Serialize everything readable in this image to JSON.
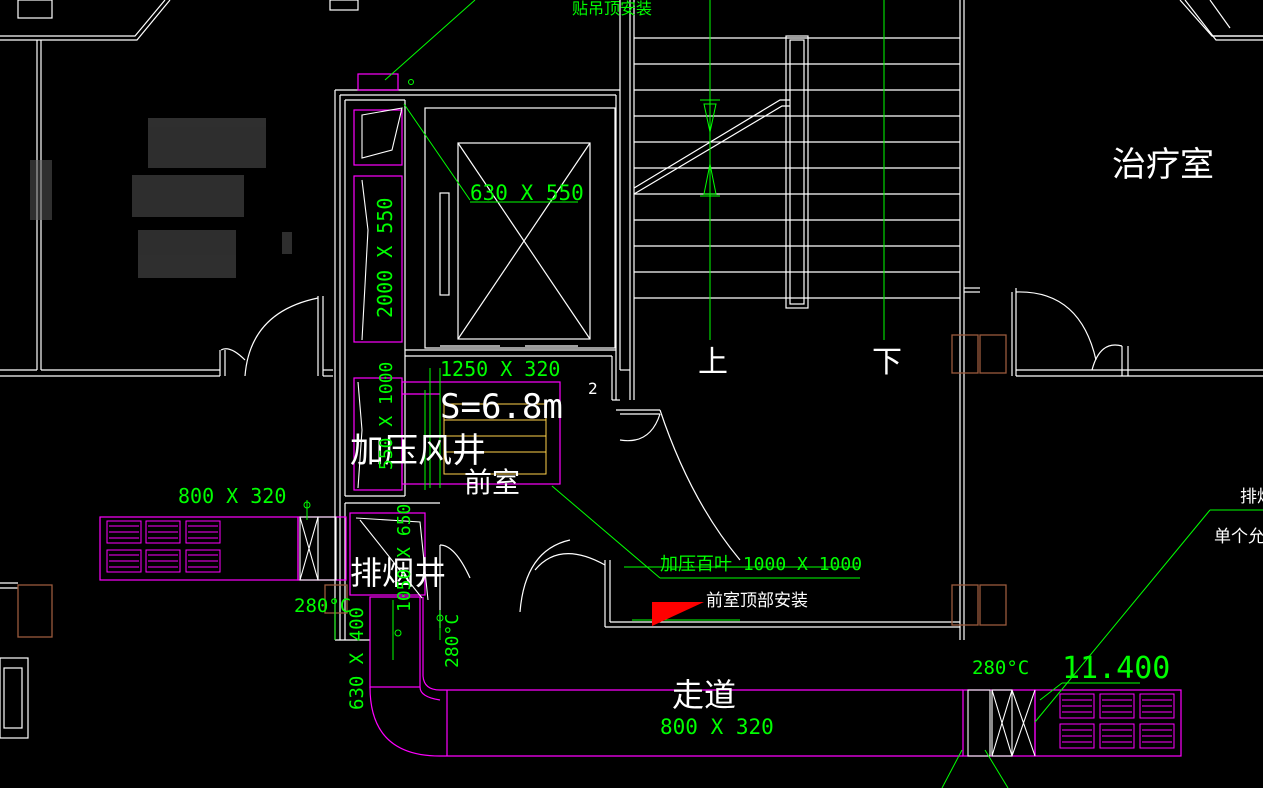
{
  "colors": {
    "background": "#000000",
    "wall": "#ffffff",
    "dim_green": "#00ff00",
    "duct_magenta": "#ff00ff",
    "damper_yellow": "#ffd24a",
    "fire_red": "#ff0000",
    "label_white": "#ffffff",
    "column_brown": "#9a5a3c"
  },
  "rooms": {
    "treatment": "治疗室",
    "up": "上",
    "down": "下",
    "pressurization_shaft": "加压风井",
    "anteroom": "前室",
    "smoke_exhaust_shaft": "排烟井",
    "corridor": "走道"
  },
  "annotations": {
    "area": "S=6.8m",
    "area_sup": "2",
    "elevator_duct": "630 X 550",
    "shaft_duct_vertical": "2000 X 550",
    "anteroom_duct": "1250 X 320",
    "shaft_small_dim": "550 X 1000",
    "louver_left": "800 X 320",
    "exhaust_small_dim": "1050 X 650",
    "pressure_louver": "加压百叶 1000 X 1000",
    "anteroom_top_install": "前室顶部安装",
    "top_install_cut": "贴吊顶安装",
    "temp_left": "280°C",
    "temp_mid": "280°C",
    "temp_right": "280°C",
    "vertical_duct": "630 X 400",
    "corridor_duct": "800 X 320",
    "elevation": "11.400",
    "right_note_1": "排烟",
    "right_note_2": "单个允许"
  }
}
